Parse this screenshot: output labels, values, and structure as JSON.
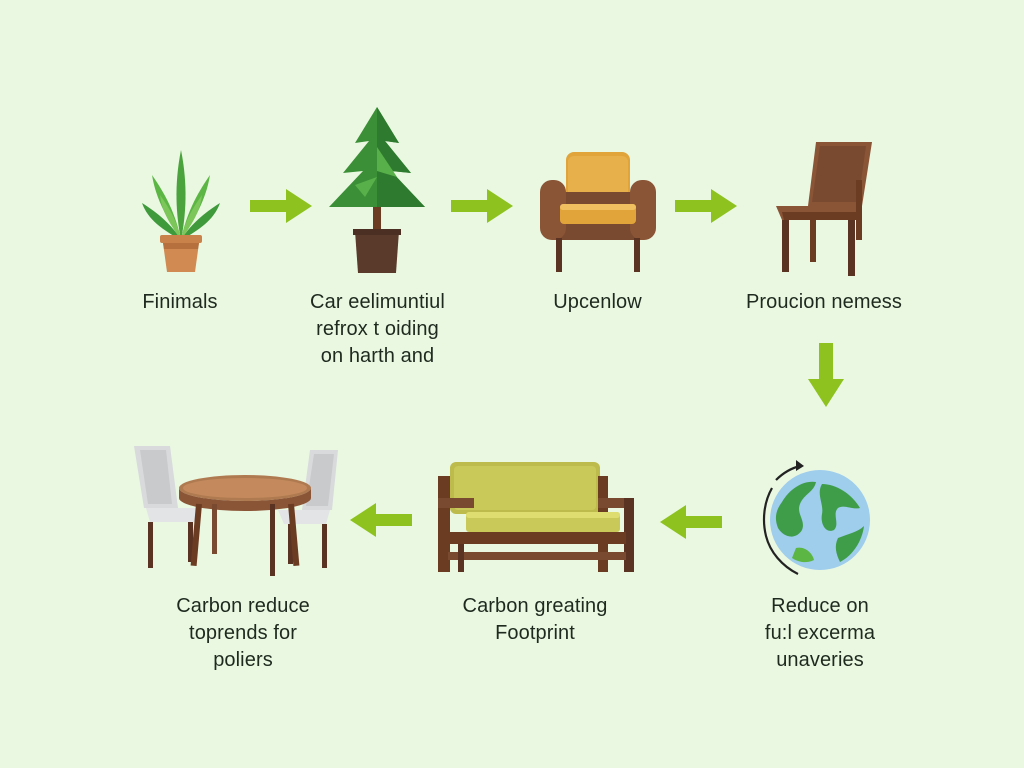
{
  "steps": [
    {
      "id": "step-1",
      "icon": "potted-plant-icon",
      "label_lines": [
        "Finimals"
      ]
    },
    {
      "id": "step-2",
      "icon": "pine-tree-icon",
      "label_lines": [
        "Car eelimuntiul",
        "refrox t oiding",
        "on harth and"
      ]
    },
    {
      "id": "step-3",
      "icon": "armchair-icon",
      "label_lines": [
        "Upcenlow"
      ]
    },
    {
      "id": "step-4",
      "icon": "chair-icon",
      "label_lines": [
        "Proucion nemess"
      ]
    },
    {
      "id": "step-5",
      "icon": "globe-icon",
      "label_lines": [
        "Reduce on",
        "fu:l excerma",
        "unaveries"
      ]
    },
    {
      "id": "step-6",
      "icon": "sofa-bench-icon",
      "label_lines": [
        "Carbon greating",
        "Footprint"
      ]
    },
    {
      "id": "step-7",
      "icon": "dining-table-set-icon",
      "label_lines": [
        "Carbon reduce",
        "toprends for",
        "poliers"
      ]
    }
  ],
  "flow": [
    "right",
    "right",
    "right",
    "down",
    "left",
    "left"
  ],
  "colors": {
    "background": "#eaf8e2",
    "arrow": "#8dc21f",
    "text": "#1f2a1f",
    "wood_dark": "#6b3b22",
    "upholstery_gold": "#e0a43a",
    "upholstery_olive": "#c9c95a",
    "plant_green": "#3e9a3a",
    "globe_blue": "#9fcdec",
    "globe_land": "#3f9d4a"
  }
}
